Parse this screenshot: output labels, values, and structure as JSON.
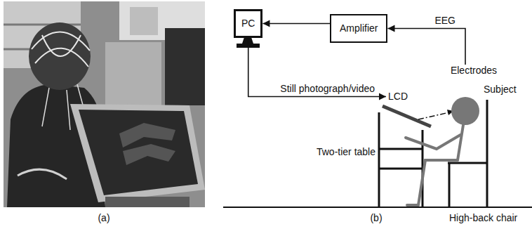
{
  "diagram": {
    "nodes": [
      {
        "text": [
          "PC"
        ]
      },
      {
        "text": [
          "Amplifier"
        ]
      },
      {
        "text": [
          "Electrodes"
        ]
      },
      {
        "text": [
          "LCD"
        ]
      }
    ],
    "edges": [
      {
        "from": 2,
        "to": 1,
        "label": "EEG",
        "arrow": "to"
      },
      {
        "from": 1,
        "to": 0,
        "arrow": "to"
      },
      {
        "from": 0,
        "to": 3,
        "label": "Still photograph/video",
        "arrow": "to"
      }
    ],
    "labels": [
      "Subject",
      "Two-tier table",
      "High-back chair",
      "(a)",
      "(b)"
    ]
  }
}
